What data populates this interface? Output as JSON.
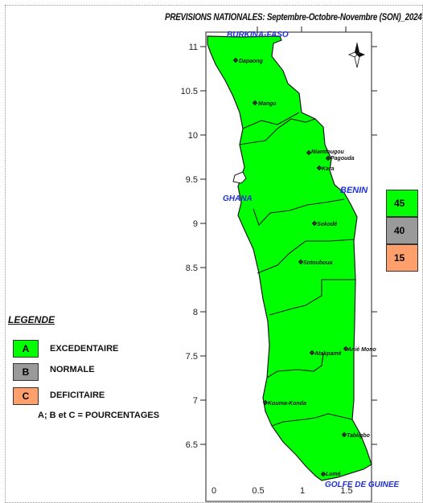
{
  "title": "PREVISIONS NATIONALES: Septembre-Octobre-Novembre (SON)_2024",
  "labels": {
    "burkina": "BURKINA-FASO",
    "ghana": "GHANA",
    "benin": "BENIN",
    "golfe": "GOLFE DE GUINEE"
  },
  "y_ticks": [
    "11",
    "10.5",
    "10",
    "9.5",
    "9",
    "8.5",
    "8",
    "7.5",
    "7",
    "6.5"
  ],
  "x_ticks": [
    "0",
    "0.5",
    "1",
    "1.5"
  ],
  "cities": [
    "Dapaong",
    "Mango",
    "Niamtougou",
    "Pagouda",
    "Kara",
    "Sokodé",
    "Sotouboua",
    "Atakpamé",
    "Anié Mono",
    "Kouma-Konda",
    "Tabligbo",
    "Lomé"
  ],
  "legend": {
    "title": "LEGENDE",
    "items": [
      {
        "code": "A",
        "label": "EXCEDENTAIRE",
        "color": "#00ff00"
      },
      {
        "code": "B",
        "label": "NORMALE",
        "color": "#9a9a9a"
      },
      {
        "code": "C",
        "label": "DEFICITAIRE",
        "color": "#ff9f6b"
      }
    ],
    "note": "A; B et C = POURCENTAGES"
  },
  "probabilities": [
    {
      "value": "45",
      "color": "#00ff00"
    },
    {
      "value": "40",
      "color": "#9a9a9a"
    },
    {
      "value": "15",
      "color": "#ff9f6b"
    }
  ],
  "colors": {
    "map_fill": "#00ff00",
    "label_blue": "#1f2fd6"
  }
}
